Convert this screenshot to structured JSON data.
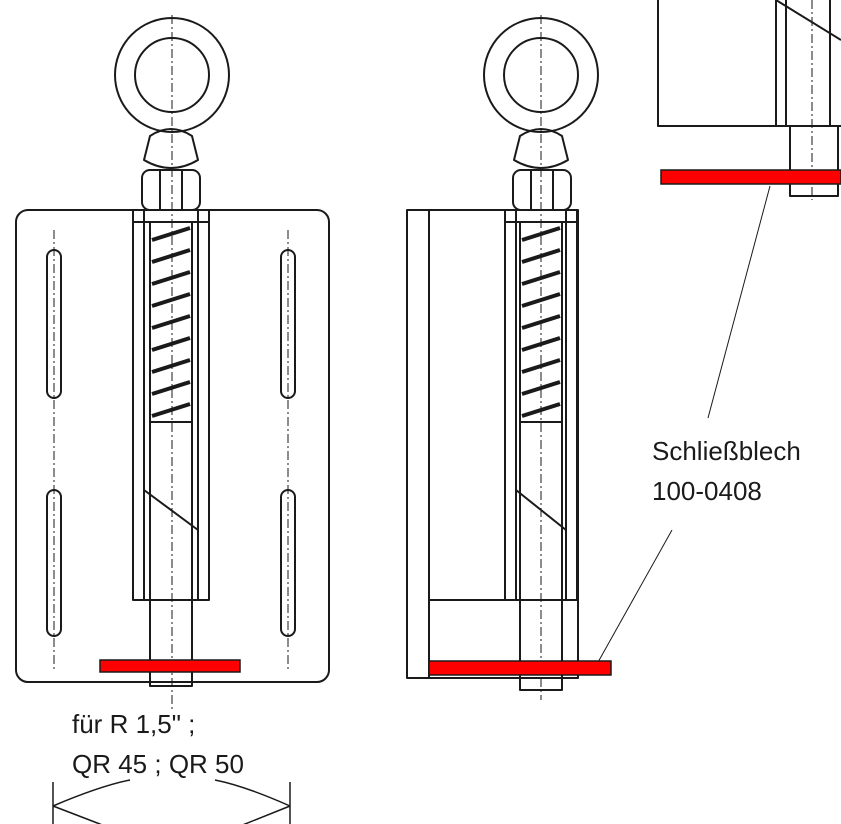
{
  "labels": {
    "part_name": "Schließblech",
    "part_number": "100-0408",
    "fit_line1": "für R 1,5\" ;",
    "fit_line2": "QR 45 ; QR 50"
  },
  "colors": {
    "outline": "#1a1a1a",
    "plate": "#ff0000",
    "background": "#ffffff"
  }
}
